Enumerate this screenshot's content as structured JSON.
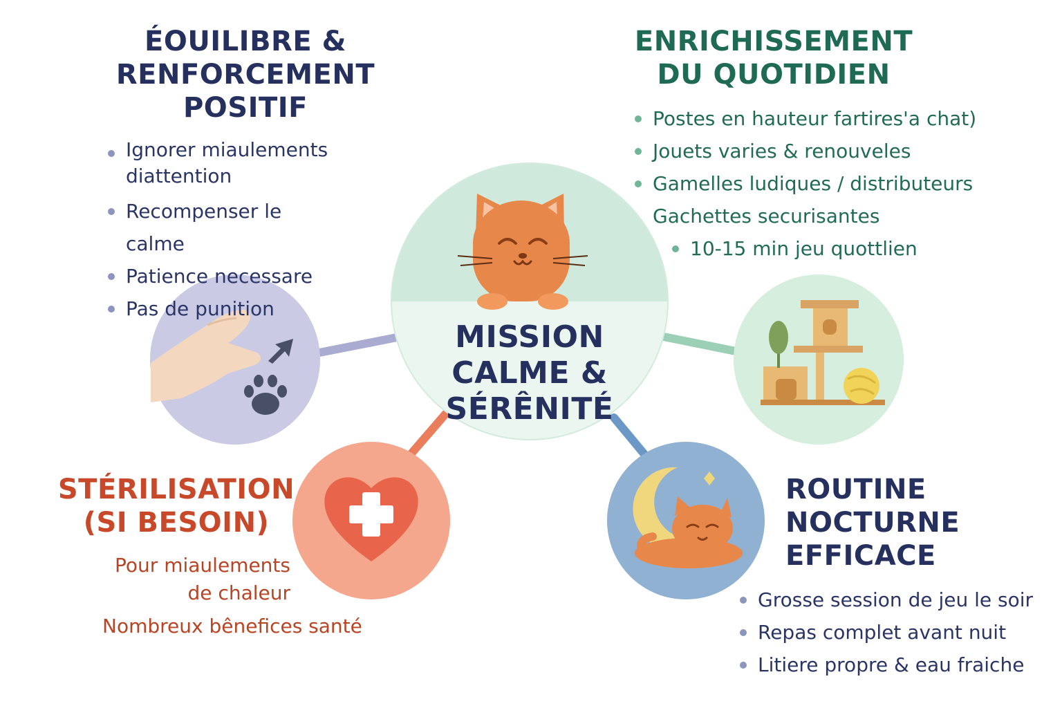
{
  "center": {
    "title_line1": "MISSION",
    "title_line2": "CALME &",
    "title_line3": "SÉRÊNITÉ"
  },
  "top_left": {
    "heading_line1": "ÉOUILIBRE &",
    "heading_line2": "RENFORCEMENT POSITIF",
    "items": [
      "Ignorer miaulements diattention",
      "Recompenser le calme",
      "Patience necessare",
      "Pas de punition"
    ]
  },
  "top_right": {
    "heading_line1": "ENRICHISSEMENT",
    "heading_line2": "DU QUOTIDIEN",
    "items": [
      "Postes en hauteur fartires'a chat)",
      "Jouets varies & renouveles",
      "Gamelles ludiques / distributeurs",
      "Gachettes securisantes",
      "10-15 min jeu quottlien"
    ]
  },
  "bottom_left": {
    "heading_line1": "STÉRILISATION",
    "heading_line2": "(SI BESOIN)",
    "line1": "Pour miaulements",
    "line2": "de chaleur",
    "line3": "Nombreux bênefices santé"
  },
  "bottom_right": {
    "heading_line1": "ROUTINE",
    "heading_line2": "NOCTURNE",
    "heading_line3": "EFFICACE",
    "items": [
      "Grosse session de jeu le soir",
      "Repas complet avant nuit",
      "Litiere propre & eau fraiche"
    ]
  },
  "colors": {
    "navy": "#25305f",
    "green": "#1f6a55",
    "red": "#c8482a",
    "center_circle": "#dff1e8",
    "hand_circle": "#c9c9e4",
    "tree_circle": "#d7eedd",
    "heart_circle": "#f4a88d",
    "moon_circle": "#8fb0cf"
  },
  "icons": [
    "cat-face-icon",
    "hand-icon",
    "paw-icon",
    "arrow-icon",
    "cat-tree-icon",
    "heart-cross-icon",
    "moon-icon",
    "sleeping-cat-icon",
    "sparkle-icon"
  ]
}
